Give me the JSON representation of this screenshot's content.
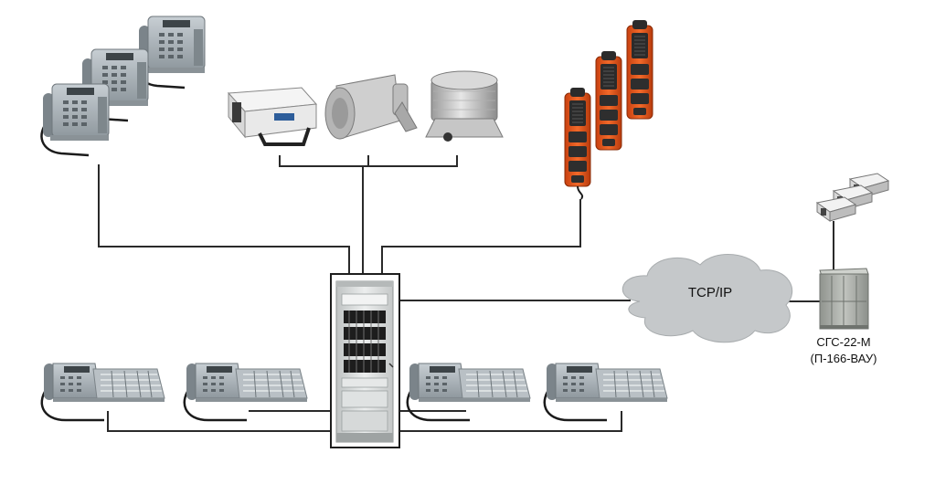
{
  "network": {
    "cloud_label": "TCP/IP"
  },
  "remote_station": {
    "name": "СГС-22-М",
    "model": "(П-166-ВАУ)"
  },
  "colors": {
    "wire": "#2a2a2a",
    "phone_body": "#aab3b9",
    "phone_dark": "#5c6469",
    "rack_body": "#d9dcdc",
    "cloud": "#c3c6c8",
    "intercom": "#e2571e",
    "intercom_dark": "#2b2b2b",
    "speaker": "#bfbfbf",
    "cabinet": "#a9aca7"
  },
  "icons": {
    "desk_phone": "desk-phone-icon",
    "console_phone": "console-phone-icon",
    "rack": "server-rack-icon",
    "horn": "horn-speaker-icon",
    "projector": "projector-speaker-icon",
    "cylinder": "cylinder-speaker-icon",
    "intercom": "industrial-intercom-icon",
    "cloud": "cloud-icon",
    "cabinet": "cabinet-icon"
  }
}
